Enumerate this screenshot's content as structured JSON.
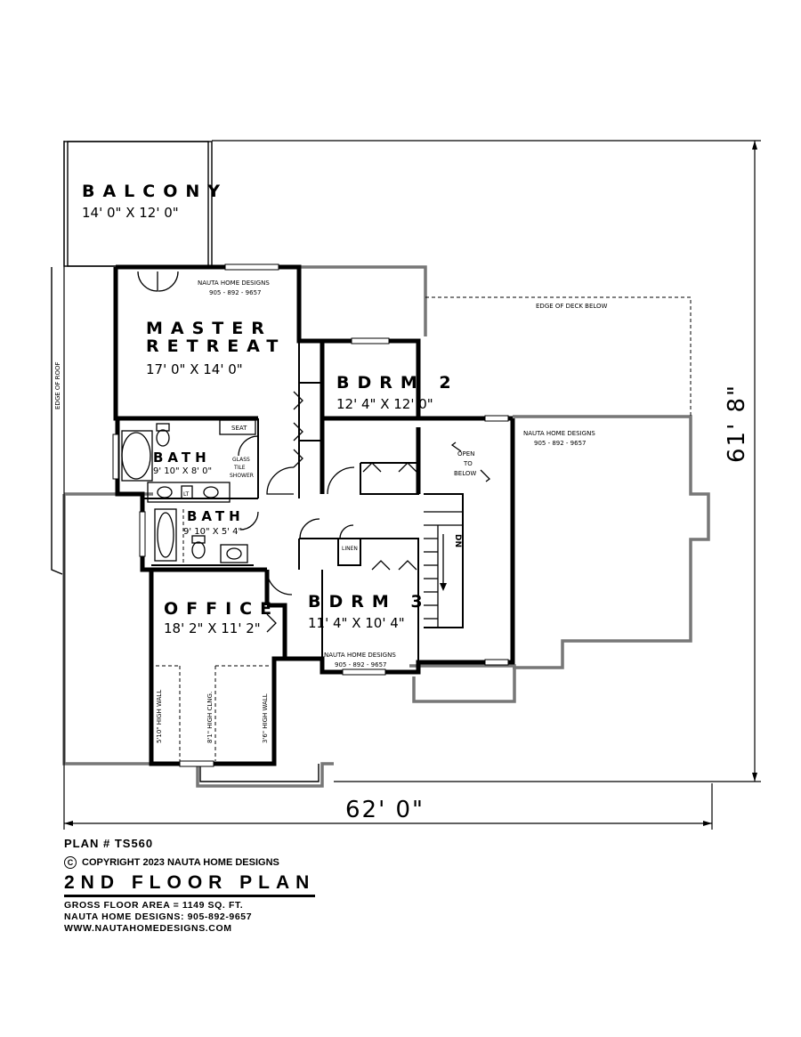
{
  "rooms": {
    "balcony": {
      "name": "BALCONY",
      "size": "14' 0\" X 12' 0\""
    },
    "master": {
      "name_line1": "MASTER",
      "name_line2": "RETREAT",
      "size": "17' 0\" X 14' 0\""
    },
    "bdrm2": {
      "name": "BDRM 2",
      "size": "12' 4\" X 12' 0\""
    },
    "bath1": {
      "name": "BATH",
      "size": "9' 10\" X 8' 0\""
    },
    "bath2": {
      "name": "BATH",
      "size": "9' 10\" X 5' 4\""
    },
    "office": {
      "name": "OFFICE",
      "size": "18' 2\" X 11' 2\""
    },
    "bdrm3": {
      "name": "BDRM 3",
      "size": "11' 4\" X 10' 4\""
    }
  },
  "labels": {
    "brand_line1": "NAUTA HOME DESIGNS",
    "brand_line2": "905 - 892 - 9657",
    "edge_of_deck": "EDGE OF DECK BELOW",
    "edge_of_roof": "EDGE OF ROOF",
    "seat": "SEAT",
    "glass_shower_1": "GLASS",
    "glass_shower_2": "TILE",
    "glass_shower_3": "SHOWER",
    "lt": "LT",
    "linen": "LINEN",
    "open_1": "OPEN",
    "open_2": "TO",
    "open_3": "BELOW",
    "dn": "DN",
    "high_wall_left": "5'10\" HIGH WALL",
    "high_clng": "8'1\" HIGH CLNG.",
    "high_wall_right": "3'6\" HIGH WALL"
  },
  "dimensions": {
    "width": "62' 0\"",
    "depth": "61' 8\""
  },
  "title_block": {
    "plan_number": "PLAN # TS560",
    "copyright_symbol": "C",
    "copyright": "COPYRIGHT 2023 NAUTA HOME DESIGNS",
    "title": "2ND FLOOR PLAN",
    "gross_area": "GROSS  FLOOR AREA  =  1149  SQ. FT.",
    "phone": "NAUTA HOME DESIGNS:  905-892-9657",
    "website": "WWW.NAUTAHOMEDESIGNS.COM"
  }
}
